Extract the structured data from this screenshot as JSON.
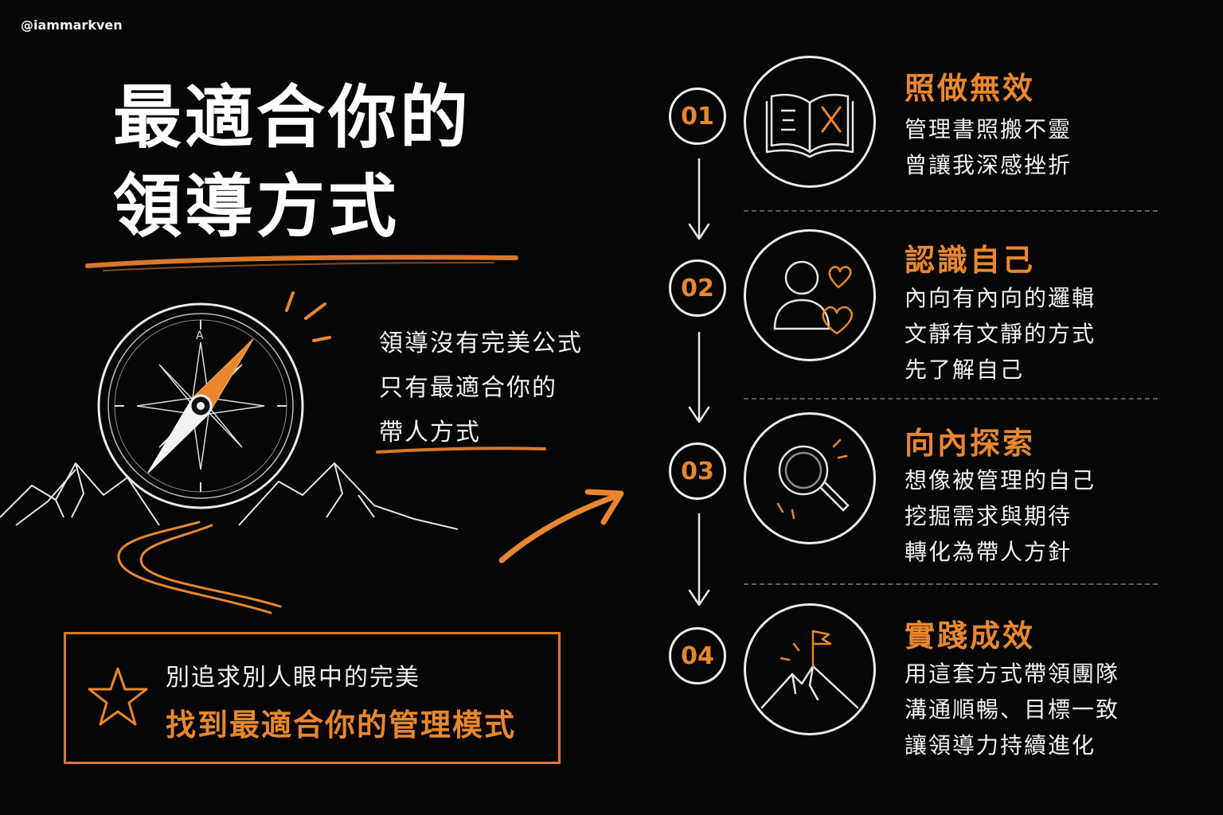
{
  "handle": "@iammarkven",
  "title": {
    "line1": "最適合你的",
    "line2": "領導方式"
  },
  "tagline": [
    "領導沒有完美公式",
    "只有最適合你的",
    "帶人方式"
  ],
  "compass": {
    "north_label": "A"
  },
  "callout": {
    "line1": "別追求別人眼中的完美",
    "line2": "找到最適合你的管理模式"
  },
  "colors": {
    "accent": "#e8872f",
    "background": "#060606",
    "chalk": "#f2f2f2"
  },
  "steps": [
    {
      "number": "01",
      "icon": "open-book-icon",
      "title": "照做無效",
      "lines": [
        "管理書照搬不靈",
        "曾讓我深感挫折"
      ]
    },
    {
      "number": "02",
      "icon": "person-hearts-icon",
      "title": "認識自己",
      "lines": [
        "內向有內向的邏輯",
        "文靜有文靜的方式",
        "先了解自己"
      ]
    },
    {
      "number": "03",
      "icon": "magnifier-icon",
      "title": "向內探索",
      "lines": [
        "想像被管理的自己",
        "挖掘需求與期待",
        "轉化為帶人方針"
      ]
    },
    {
      "number": "04",
      "icon": "summit-flag-icon",
      "title": "實踐成效",
      "lines": [
        "用這套方式帶領團隊",
        "溝通順暢、目標一致",
        "讓領導力持續進化"
      ]
    }
  ]
}
